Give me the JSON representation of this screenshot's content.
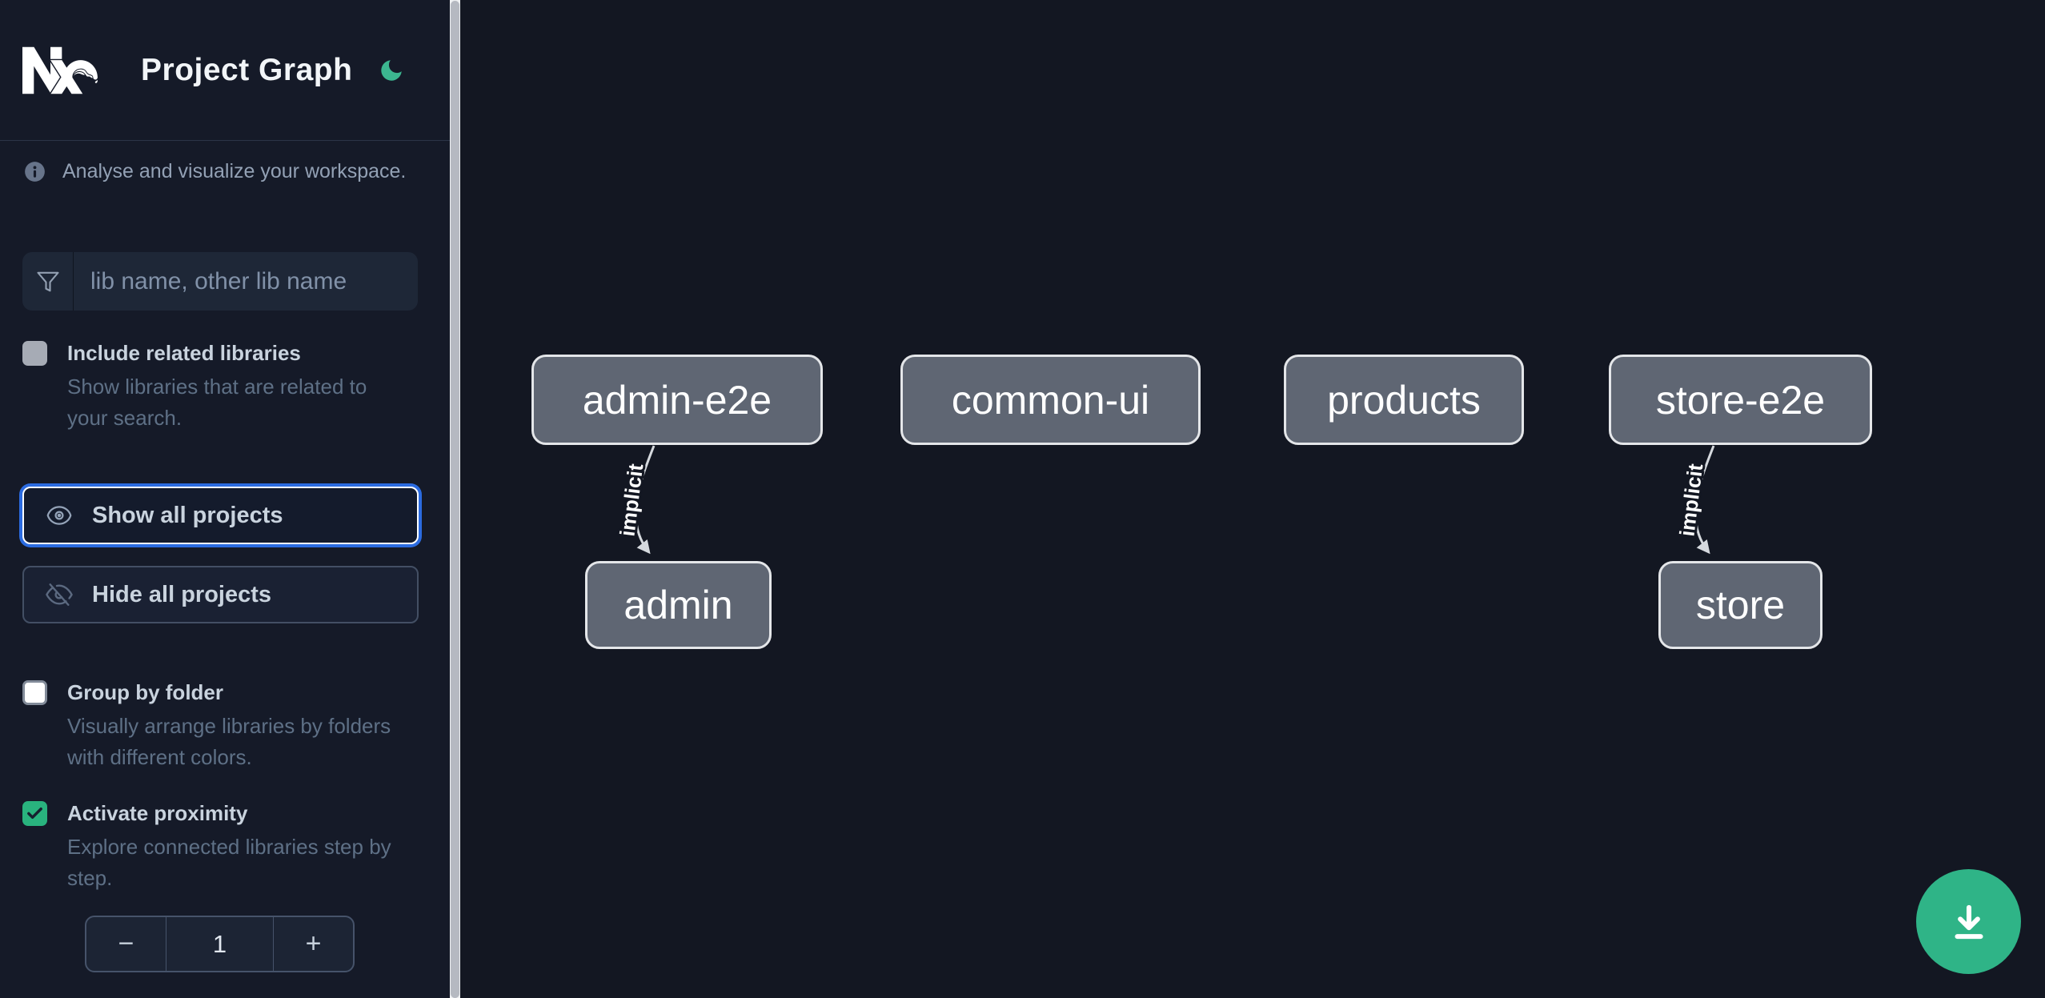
{
  "header": {
    "title": "Project Graph"
  },
  "sidebar": {
    "tagline": "Analyse and visualize your workspace.",
    "search": {
      "placeholder": "lib name, other lib name",
      "value": ""
    },
    "options": [
      {
        "label": "Include related libraries",
        "description": "Show libraries that are related to your search.",
        "checked": false
      },
      {
        "label": "Group by folder",
        "description": "Visually arrange libraries by folders with different colors.",
        "checked": false
      },
      {
        "label": "Activate proximity",
        "description": "Explore connected libraries step by step.",
        "checked": true
      }
    ],
    "actions": [
      {
        "label": "Show all projects",
        "icon": "eye-icon",
        "focused": true
      },
      {
        "label": "Hide all projects",
        "icon": "eye-off-icon",
        "focused": false
      }
    ],
    "stepper": {
      "decrement": "−",
      "value": "1",
      "increment": "+"
    }
  },
  "graph": {
    "nodes": [
      {
        "label": "admin-e2e"
      },
      {
        "label": "common-ui"
      },
      {
        "label": "products"
      },
      {
        "label": "store-e2e"
      },
      {
        "label": "admin"
      },
      {
        "label": "store"
      }
    ],
    "edges": [
      {
        "source": "admin-e2e",
        "target": "admin",
        "label": "implicit"
      },
      {
        "source": "store-e2e",
        "target": "store",
        "label": "implicit"
      }
    ]
  },
  "fab": {
    "icon": "download-icon"
  },
  "colors": {
    "accent_green": "#2fb487",
    "focus_blue": "#2b6be0",
    "node_fill": "#5f6673",
    "node_border": "#e4e6e9",
    "edge": "#d5d9de",
    "sidebar_bg": "#151a28",
    "canvas_bg": "#131722"
  }
}
